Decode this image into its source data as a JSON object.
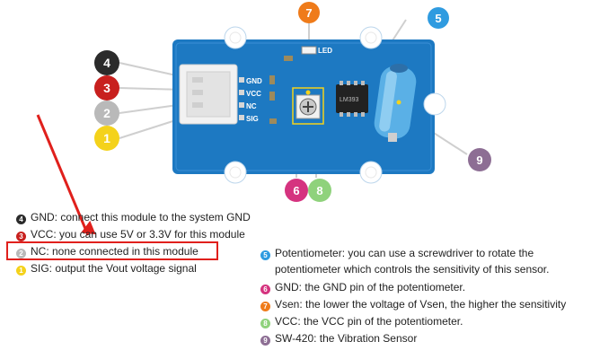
{
  "colors": {
    "board": "#1d79c2",
    "badge_4": "#2b2b2b",
    "badge_3": "#c8201e",
    "badge_2": "#b9b9b9",
    "badge_1": "#f4d21b",
    "badge_5": "#2f9be0",
    "badge_6": "#d5337f",
    "badge_7": "#ef7b1a",
    "badge_8": "#8fd27c",
    "badge_9": "#8d6e94",
    "highlight": "#e0201c",
    "arrow": "#e0201c"
  },
  "badges": {
    "b4": "4",
    "b3": "3",
    "b2": "2",
    "b1": "1",
    "b5": "5",
    "b6": "6",
    "b7": "7",
    "b8": "8",
    "b9": "9"
  },
  "board": {
    "pins": [
      "GND",
      "VCC",
      "NC",
      "SIG"
    ],
    "led_label": "LED",
    "chip_text": "LM393"
  },
  "legend_left": [
    {
      "num": "4",
      "text": "GND: connect this module to the system GND"
    },
    {
      "num": "3",
      "text": "VCC: you can use 5V or 3.3V for this module"
    },
    {
      "num": "2",
      "text": "NC: none connected in this module"
    },
    {
      "num": "1",
      "text": "SIG: output the Vout voltage signal"
    }
  ],
  "legend_right": [
    {
      "num": "5",
      "text": "Potentiometer: you can use a screwdriver to rotate the"
    },
    {
      "num": "",
      "text": "potentiometer which controls the sensitivity of this sensor."
    },
    {
      "num": "6",
      "text": "GND: the GND pin of the potentiometer."
    },
    {
      "num": "7",
      "text": "Vsen: the lower the voltage of Vsen, the higher the sensitivity"
    },
    {
      "num": "8",
      "text": "VCC: the VCC pin of the potentiometer."
    },
    {
      "num": "9",
      "text": "SW-420: the Vibration Sensor"
    }
  ]
}
